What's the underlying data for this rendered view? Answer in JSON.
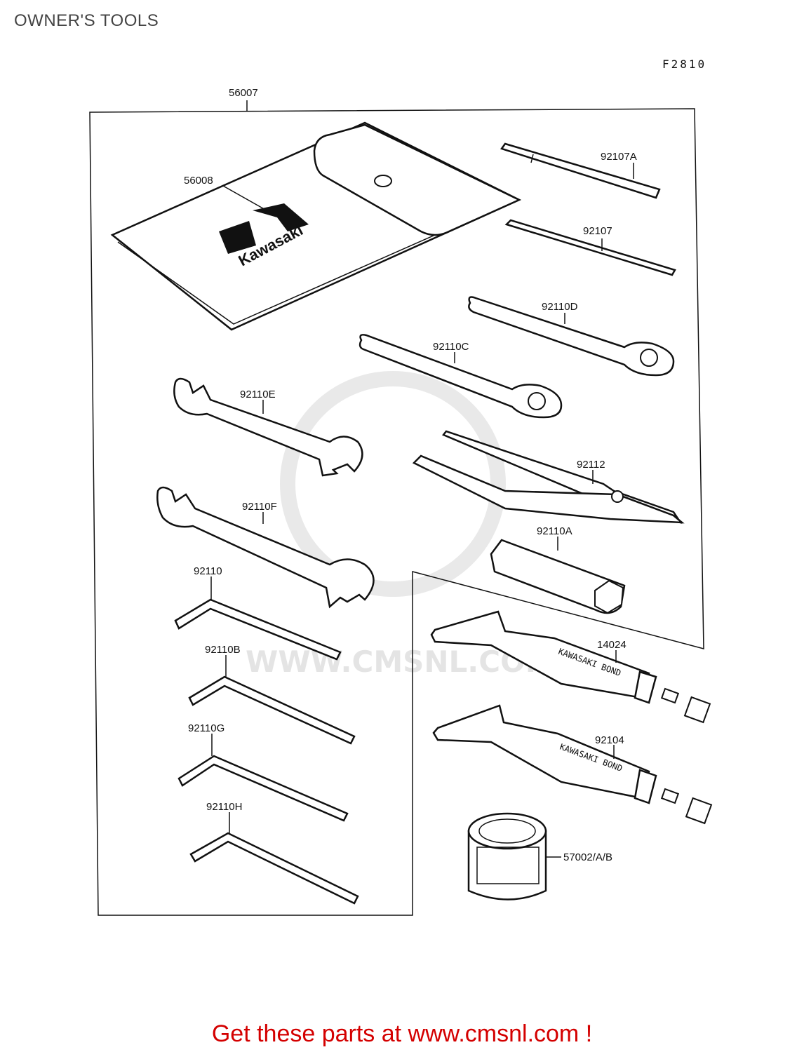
{
  "page": {
    "title": "OWNER'S TOOLS",
    "figure_code": "F2810",
    "footer": "Get these parts at www.cmsnl.com !",
    "watermark": "WWW.CMSNL.COM"
  },
  "pouch_brand": "Kawasaki",
  "tube_label": "KAWASAKI BOND",
  "parts": [
    {
      "number": "56007"
    },
    {
      "number": "56008"
    },
    {
      "number": "92107A"
    },
    {
      "number": "92107"
    },
    {
      "number": "92110D"
    },
    {
      "number": "92110C"
    },
    {
      "number": "92110E"
    },
    {
      "number": "92112"
    },
    {
      "number": "92110F"
    },
    {
      "number": "92110A"
    },
    {
      "number": "92110"
    },
    {
      "number": "14024"
    },
    {
      "number": "92110B"
    },
    {
      "number": "92104"
    },
    {
      "number": "92110G"
    },
    {
      "number": "92110H"
    },
    {
      "number": "57002/A/B"
    }
  ]
}
